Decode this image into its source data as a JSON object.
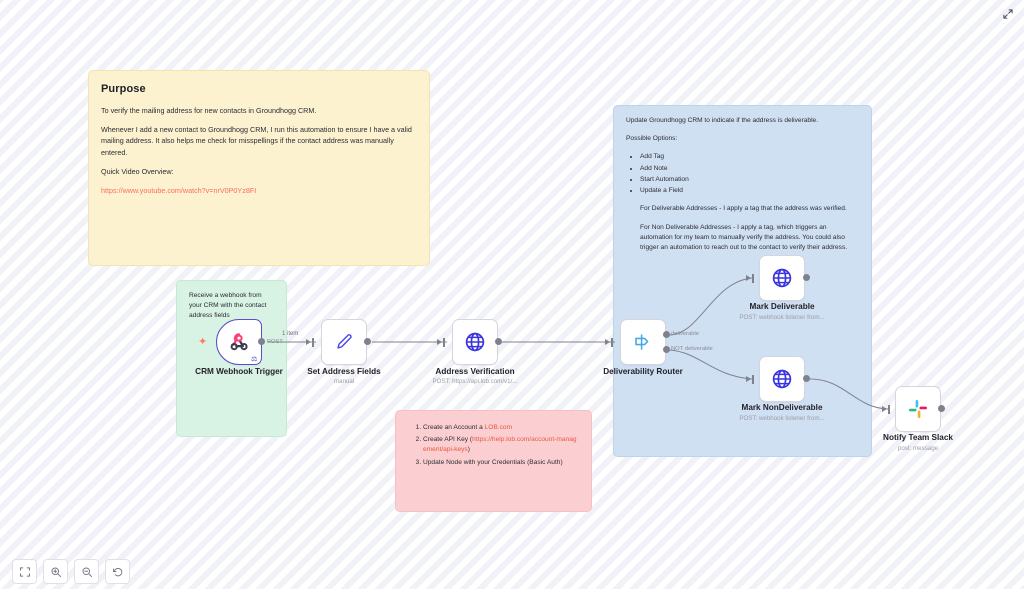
{
  "app": {
    "expand_icon": "expand-arrows-icon"
  },
  "notes": {
    "purpose": {
      "title": "Purpose",
      "p1": "To verify the mailing address for new contacts in Groundhogg CRM.",
      "p2": "Whenever I add a new contact to Groundhogg CRM, I run this automation to ensure I have a valid mailing address. It also helps me check for misspellings if the contact address was manually entered.",
      "p3": "Quick Video Overview:",
      "link": "https://www.youtube.com/watch?v=nrV0P0Yz8FI"
    },
    "trigger_note": {
      "text": "Receive a webhook from your CRM with the contact address fields"
    },
    "crm_update": {
      "p1": "Update Groundhogg CRM to indicate if the address is deliverable.",
      "p2": "Possible Options:",
      "options": [
        "Add Tag",
        "Add Note",
        "Start Automation",
        "Update a Field"
      ],
      "p3": "For Deliverable Addresses - I apply a tag that the address was verified.",
      "p4": "For Non Deliverable Addresses - I apply a tag, which triggers an automation for my team to manually verify the address. You could also trigger an automation to reach out to the contact to verify their address."
    },
    "setup": {
      "step1_prefix": "Create an Account a ",
      "step1_link": "LOB.com",
      "step2_prefix": "Create API Key (",
      "step2_link": "https://help.lob.com/account-management/api-keys",
      "step2_suffix": ")",
      "step3": "Update Node with your Credentials (Basic Auth)"
    }
  },
  "nodes": {
    "webhook": {
      "label": "CRM Webhook Trigger",
      "sublabel": "",
      "icon": "webhook-icon",
      "output_port": "POST"
    },
    "set_fields": {
      "label": "Set Address Fields",
      "sublabel": "manual",
      "icon": "pencil-icon"
    },
    "address_verification": {
      "label": "Address Verification",
      "sublabel": "POST: https://api.lob.com/v1/...",
      "icon": "globe-icon"
    },
    "router": {
      "label": "Deliverability Router",
      "sublabel": "",
      "icon": "switch-icon",
      "output_true": "deliverable",
      "output_false": "NOT deliverable"
    },
    "mark_deliverable": {
      "label": "Mark Deliverable",
      "sublabel": "POST: webhook listener from...",
      "icon": "globe-icon"
    },
    "mark_nondeliverable": {
      "label": "Mark NonDeliverable",
      "sublabel": "POST: webhook listener from...",
      "icon": "globe-icon"
    },
    "slack": {
      "label": "Notify Team Slack",
      "sublabel": "post: message",
      "icon": "slack-icon"
    }
  },
  "connections": {
    "webhook_to_set": "1 item"
  },
  "toolbar": {
    "buttons": [
      {
        "name": "zoom-to-fit-button",
        "icon": "fit-screen-icon"
      },
      {
        "name": "zoom-in-button",
        "icon": "magnifier-plus-icon"
      },
      {
        "name": "zoom-out-button",
        "icon": "magnifier-minus-icon"
      },
      {
        "name": "reset-zoom-button",
        "icon": "undo-arrow-icon"
      }
    ]
  },
  "colors": {
    "sticky_yellow": "#fdf2d0",
    "sticky_green": "#d8f2e3",
    "sticky_blue": "#cfe0f2",
    "sticky_pink": "#fbcfd1",
    "link": "#ff6d5a",
    "wire": "#81818e",
    "node_border": "#d5d5de",
    "trigger_border": "#5b4ecf"
  }
}
